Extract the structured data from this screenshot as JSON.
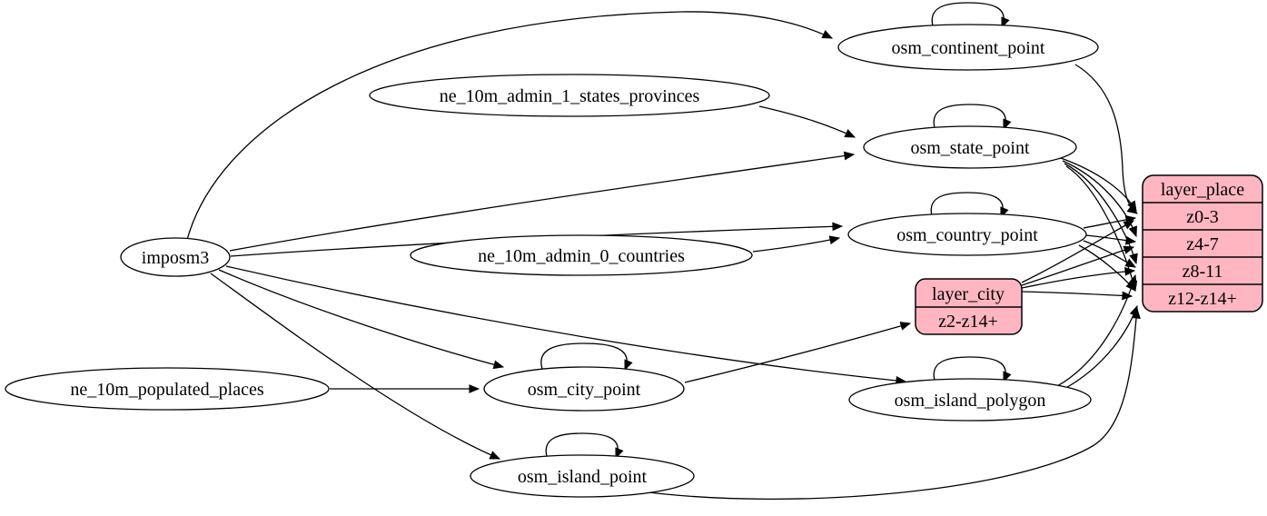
{
  "diagram": {
    "kind": "etl-graph",
    "direction": "left-to-right",
    "colors": {
      "background": "#ffffff",
      "node_fill": "#ffffff",
      "record_fill": "#ffb6c1",
      "stroke": "#000000"
    }
  },
  "nodes": {
    "imposm3": {
      "label": "imposm3",
      "shape": "ellipse"
    },
    "ne_10m_admin_1_states_provinces": {
      "label": "ne_10m_admin_1_states_provinces",
      "shape": "ellipse"
    },
    "ne_10m_admin_0_countries": {
      "label": "ne_10m_admin_0_countries",
      "shape": "ellipse"
    },
    "ne_10m_populated_places": {
      "label": "ne_10m_populated_places",
      "shape": "ellipse"
    },
    "osm_continent_point": {
      "label": "osm_continent_point",
      "shape": "ellipse"
    },
    "osm_state_point": {
      "label": "osm_state_point",
      "shape": "ellipse"
    },
    "osm_country_point": {
      "label": "osm_country_point",
      "shape": "ellipse"
    },
    "osm_city_point": {
      "label": "osm_city_point",
      "shape": "ellipse"
    },
    "osm_island_polygon": {
      "label": "osm_island_polygon",
      "shape": "ellipse"
    },
    "osm_island_point": {
      "label": "osm_island_point",
      "shape": "ellipse"
    },
    "layer_city": {
      "label": "layer_city",
      "shape": "record",
      "rows": [
        "z2-z14+"
      ]
    },
    "layer_place": {
      "label": "layer_place",
      "shape": "record",
      "rows": [
        "z0-3",
        "z4-7",
        "z8-11",
        "z12-z14+"
      ]
    }
  },
  "edges": [
    {
      "from": "imposm3",
      "to": "osm_continent_point"
    },
    {
      "from": "imposm3",
      "to": "osm_state_point"
    },
    {
      "from": "imposm3",
      "to": "osm_country_point"
    },
    {
      "from": "imposm3",
      "to": "osm_city_point"
    },
    {
      "from": "imposm3",
      "to": "osm_island_polygon"
    },
    {
      "from": "imposm3",
      "to": "osm_island_point"
    },
    {
      "from": "ne_10m_admin_1_states_provinces",
      "to": "osm_state_point"
    },
    {
      "from": "ne_10m_admin_0_countries",
      "to": "osm_country_point"
    },
    {
      "from": "ne_10m_populated_places",
      "to": "osm_city_point"
    },
    {
      "from": "osm_continent_point",
      "to": "osm_continent_point"
    },
    {
      "from": "osm_state_point",
      "to": "osm_state_point"
    },
    {
      "from": "osm_country_point",
      "to": "osm_country_point"
    },
    {
      "from": "osm_city_point",
      "to": "osm_city_point"
    },
    {
      "from": "osm_island_polygon",
      "to": "osm_island_polygon"
    },
    {
      "from": "osm_island_point",
      "to": "osm_island_point"
    },
    {
      "from": "osm_continent_point",
      "to": "layer_place",
      "to_port": "z0-3"
    },
    {
      "from": "osm_state_point",
      "to": "layer_place",
      "to_port": "z0-3"
    },
    {
      "from": "osm_state_point",
      "to": "layer_place",
      "to_port": "z4-7"
    },
    {
      "from": "osm_state_point",
      "to": "layer_place",
      "to_port": "z8-11"
    },
    {
      "from": "osm_state_point",
      "to": "layer_place",
      "to_port": "z12-z14+"
    },
    {
      "from": "osm_country_point",
      "to": "layer_place",
      "to_port": "z0-3"
    },
    {
      "from": "osm_country_point",
      "to": "layer_place",
      "to_port": "z4-7"
    },
    {
      "from": "osm_country_point",
      "to": "layer_place",
      "to_port": "z8-11"
    },
    {
      "from": "osm_country_point",
      "to": "layer_place",
      "to_port": "z12-z14+"
    },
    {
      "from": "osm_city_point",
      "to": "layer_city",
      "to_port": "z2-z14+"
    },
    {
      "from": "layer_city",
      "to": "layer_place",
      "to_port": "z0-3"
    },
    {
      "from": "layer_city",
      "to": "layer_place",
      "to_port": "z4-7"
    },
    {
      "from": "layer_city",
      "to": "layer_place",
      "to_port": "z8-11"
    },
    {
      "from": "layer_city",
      "to": "layer_place",
      "to_port": "z12-z14+"
    },
    {
      "from": "osm_island_polygon",
      "to": "layer_place",
      "to_port": "z8-11"
    },
    {
      "from": "osm_island_polygon",
      "to": "layer_place",
      "to_port": "z12-z14+"
    },
    {
      "from": "osm_island_point",
      "to": "layer_place",
      "to_port": "z12-z14+"
    }
  ]
}
